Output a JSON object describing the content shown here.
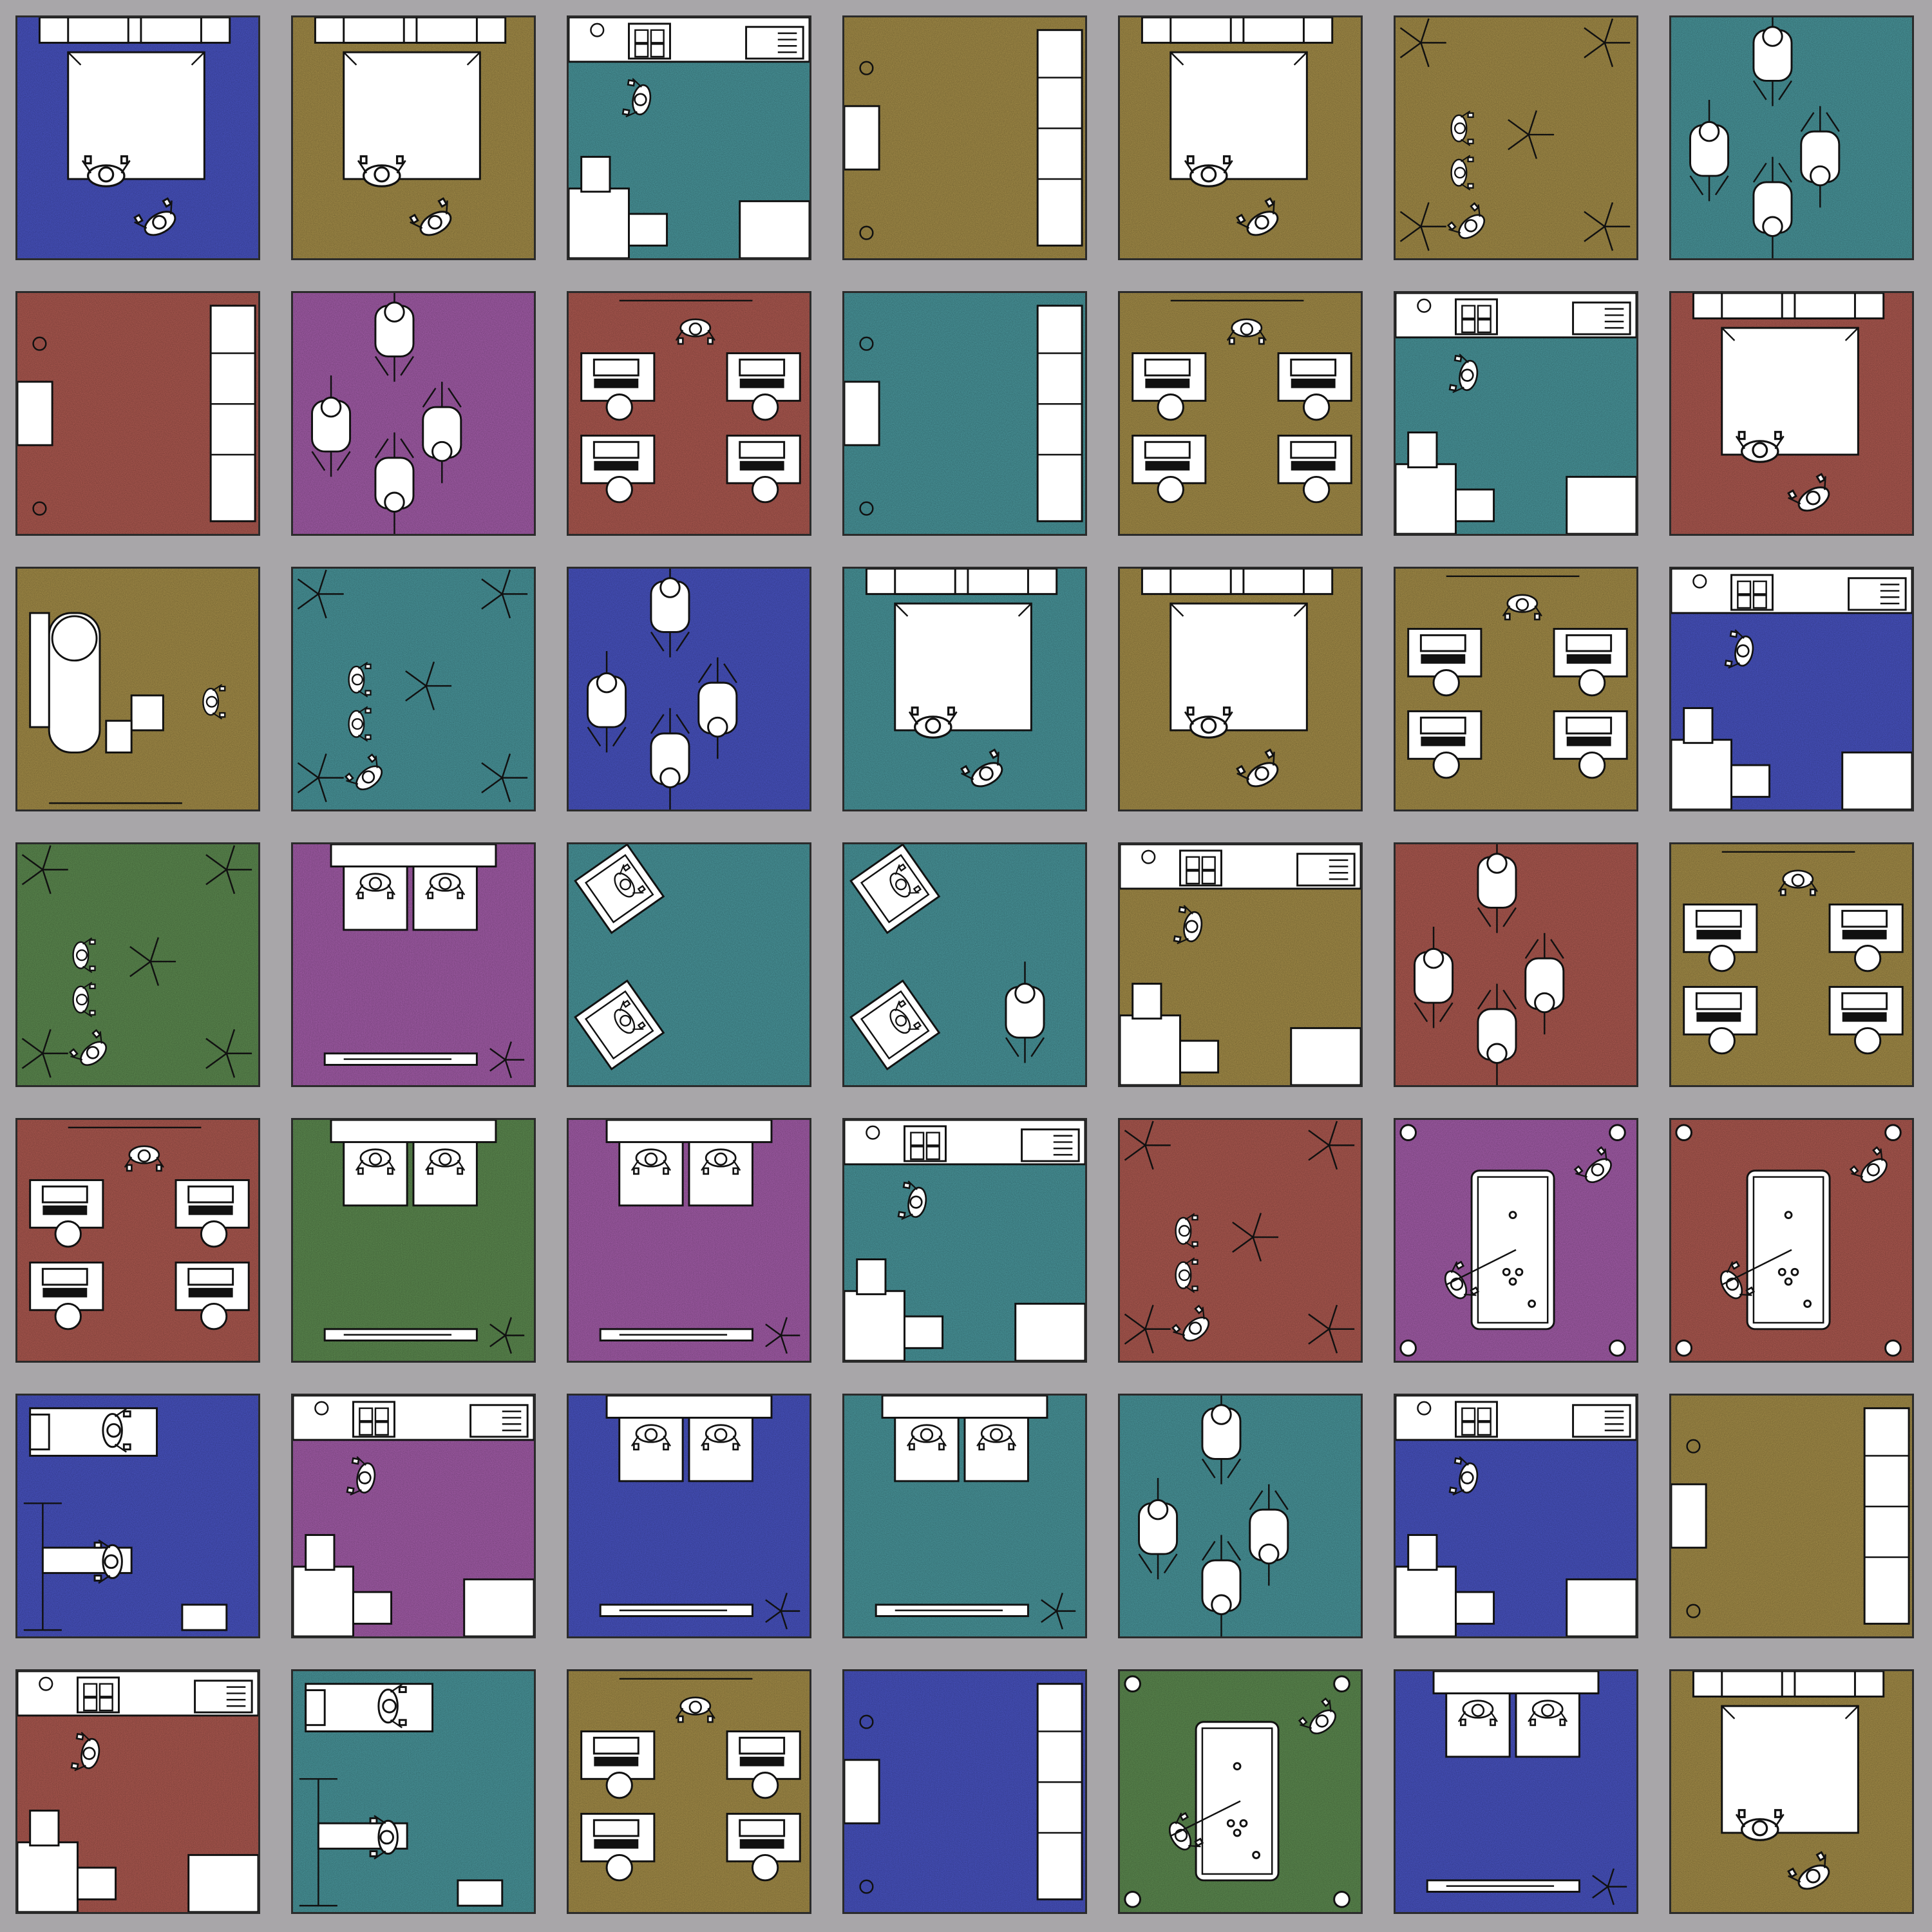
{
  "board": {
    "rows": 7,
    "cols": 7,
    "colors": {
      "blue": "#4a55c7",
      "tan": "#a9914a",
      "teal": "#4b9aa0",
      "red": "#b25b52",
      "purple": "#a85fae",
      "green": "#5f8e52",
      "wall": "#a8a6a9"
    },
    "rooms": [
      {
        "type": "bedroom",
        "color": "blue"
      },
      {
        "type": "bedroom",
        "color": "tan"
      },
      {
        "type": "kitchen",
        "color": "teal"
      },
      {
        "type": "closet",
        "color": "tan"
      },
      {
        "type": "bedroom",
        "color": "tan"
      },
      {
        "type": "lounge",
        "color": "tan"
      },
      {
        "type": "cyclists",
        "color": "teal"
      },
      {
        "type": "closet",
        "color": "red"
      },
      {
        "type": "cyclists",
        "color": "purple"
      },
      {
        "type": "office",
        "color": "red"
      },
      {
        "type": "closet",
        "color": "teal"
      },
      {
        "type": "office",
        "color": "tan"
      },
      {
        "type": "kitchen",
        "color": "teal"
      },
      {
        "type": "bedroom",
        "color": "red"
      },
      {
        "type": "dentist",
        "color": "tan"
      },
      {
        "type": "lounge",
        "color": "teal"
      },
      {
        "type": "cyclists",
        "color": "blue"
      },
      {
        "type": "bedroom",
        "color": "teal"
      },
      {
        "type": "bedroom",
        "color": "tan"
      },
      {
        "type": "office",
        "color": "tan"
      },
      {
        "type": "kitchen",
        "color": "blue"
      },
      {
        "type": "lounge",
        "color": "green"
      },
      {
        "type": "theater",
        "color": "purple"
      },
      {
        "type": "recliners",
        "color": "teal"
      },
      {
        "type": "recliners-cyclist",
        "color": "teal"
      },
      {
        "type": "kitchen",
        "color": "tan"
      },
      {
        "type": "cyclists",
        "color": "red"
      },
      {
        "type": "office",
        "color": "tan"
      },
      {
        "type": "office",
        "color": "red"
      },
      {
        "type": "theater",
        "color": "green"
      },
      {
        "type": "theater",
        "color": "purple"
      },
      {
        "type": "kitchen",
        "color": "teal"
      },
      {
        "type": "lounge",
        "color": "red"
      },
      {
        "type": "billiards",
        "color": "purple"
      },
      {
        "type": "billiards",
        "color": "red"
      },
      {
        "type": "gym",
        "color": "blue"
      },
      {
        "type": "kitchen",
        "color": "purple"
      },
      {
        "type": "theater",
        "color": "blue"
      },
      {
        "type": "theater",
        "color": "teal"
      },
      {
        "type": "cyclists",
        "color": "teal"
      },
      {
        "type": "kitchen",
        "color": "blue"
      },
      {
        "type": "closet",
        "color": "tan"
      },
      {
        "type": "kitchen",
        "color": "red"
      },
      {
        "type": "gym",
        "color": "teal"
      },
      {
        "type": "office",
        "color": "tan"
      },
      {
        "type": "closet",
        "color": "blue"
      },
      {
        "type": "billiards",
        "color": "green"
      },
      {
        "type": "theater",
        "color": "blue"
      },
      {
        "type": "bedroom",
        "color": "tan"
      }
    ]
  }
}
